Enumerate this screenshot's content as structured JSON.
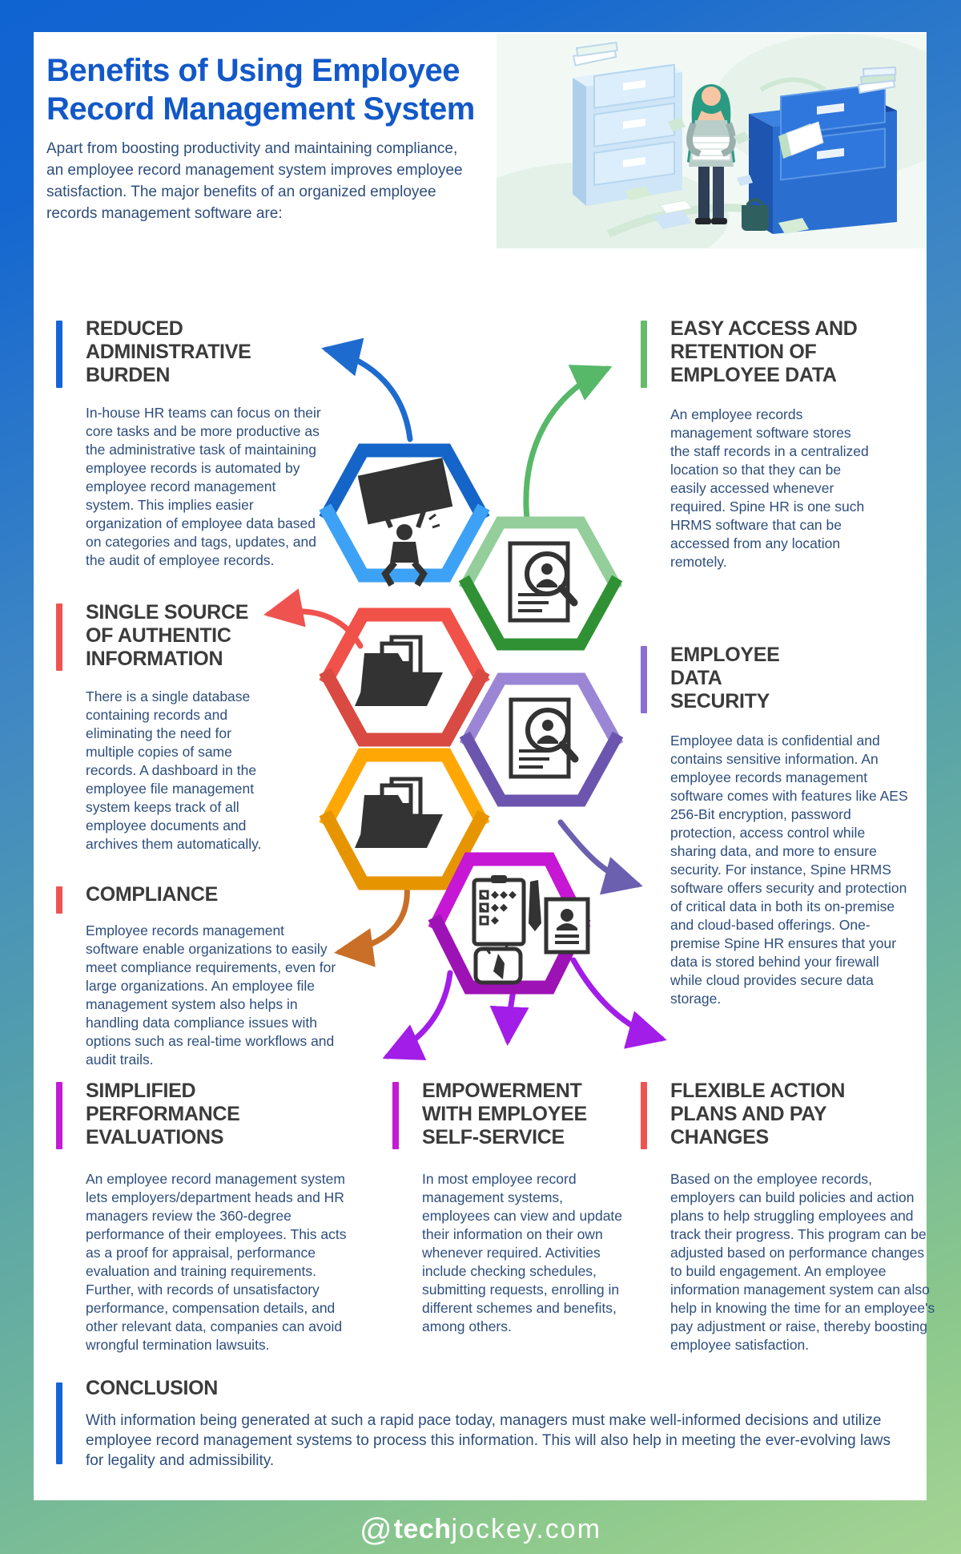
{
  "header": {
    "title_lines": [
      "Benefits of Using Employee",
      "Record Management System"
    ],
    "intro": "Apart from boosting productivity and maintaining compliance, an employee record management system improves employee satisfaction. The major benefits of an organized employee records management software are:",
    "illustration": "woman-holding-documents-beside-file-cabinets"
  },
  "colors": {
    "frame_top": "#1064d2",
    "frame_bottom": "#8cc88c",
    "title_blue": "#1258c8",
    "heading_dark": "#3b3b3b",
    "body_text": "#2e4e7c",
    "bar_blue": "#1565d8",
    "bar_green": "#66bb6a",
    "bar_red": "#ef5350",
    "bar_purple": "#8b6fd0",
    "bar_magenta": "#c41bd4",
    "hex_blue_top": "#1565c8",
    "hex_blue_bottom": "#3da2f5",
    "hex_green_top": "#93ce9b",
    "hex_green_bottom": "#2f9133",
    "hex_red_top": "#f05148",
    "hex_red_bottom": "#d94a42",
    "hex_purple_top": "#9b86d6",
    "hex_purple_bottom": "#6b55ae",
    "hex_orange_top": "#ffa805",
    "hex_orange_bottom": "#e69500",
    "hex_magenta_top": "#c617d4",
    "hex_magenta_bottom": "#9d12b5",
    "arrow_blue": "#1e6bd0",
    "arrow_green": "#56b868",
    "arrow_red": "#ef5350",
    "arrow_slate_purple": "#6b5fb0",
    "arrow_orange": "#c96f28",
    "arrow_violet": "#a21de8"
  },
  "sections": [
    {
      "id": "reduced-administrative-burden",
      "accent": "#1565d8",
      "title_lines": [
        "REDUCED",
        "ADMINISTRATIVE",
        "BURDEN"
      ],
      "body": "In-house HR teams can focus on their core tasks and be more productive as the administrative task of maintaining employee records is automated by employee record management system. This implies easier organization of employee data based on categories and tags, updates, and the audit of employee records."
    },
    {
      "id": "easy-access-and-retention",
      "accent": "#66bb6a",
      "title_lines": [
        "EASY ACCESS AND",
        "RETENTION OF",
        "EMPLOYEE DATA"
      ],
      "body": "An employee records management software stores the staff records in a centralized location so that they can be easily accessed whenever required. Spine HR is one such HRMS software that can be accessed from any location remotely."
    },
    {
      "id": "single-source-of-authentic-information",
      "accent": "#ef5350",
      "title_lines": [
        "SINGLE SOURCE",
        "OF AUTHENTIC",
        "INFORMATION"
      ],
      "body": "There is a single database containing records and eliminating the need for multiple copies of same records. A dashboard in the employee file management system keeps track of all employee documents and archives them automatically."
    },
    {
      "id": "employee-data-security",
      "accent": "#8b6fd0",
      "title_lines": [
        "EMPLOYEE",
        "DATA",
        "SECURITY"
      ],
      "body": "Employee data is confidential and contains sensitive information. An employee records management software comes with features like AES 256-Bit encryption, password protection, access control while sharing data, and more to ensure security. For instance, Spine HRMS software offers security and protection of critical data in both its on-premise and cloud-based offerings. One-premise Spine HR ensures that your data is stored behind your firewall while cloud provides secure data storage."
    },
    {
      "id": "compliance",
      "accent": "#ef5350",
      "title_lines": [
        "COMPLIANCE"
      ],
      "body": "Employee records management software enable organizations to easily meet compliance requirements, even for large organizations. An employee file management system also helps in handling data compliance issues with options such as real-time workflows and audit trails."
    },
    {
      "id": "simplified-performance-evaluations",
      "accent": "#c41bd4",
      "title_lines": [
        "SIMPLIFIED",
        "PERFORMANCE",
        "EVALUATIONS"
      ],
      "body": "An employee record management system lets employers/department heads and HR managers review the 360-degree performance of their employees. This acts as a proof for appraisal, performance evaluation and training requirements. Further, with records of unsatisfactory performance, compensation details, and other relevant data, companies can avoid wrongful termination lawsuits."
    },
    {
      "id": "empowerment-with-employee-self-service",
      "accent": "#c41bd4",
      "title_lines": [
        "EMPOWERMENT",
        "WITH EMPLOYEE",
        "SELF-SERVICE"
      ],
      "body": "In most employee record management systems, employees can view and update their information on their own whenever required. Activities include checking schedules, submitting requests, enrolling in different schemes and benefits, among others."
    },
    {
      "id": "flexible-action-plans-and-pay-changes",
      "accent": "#ef5350",
      "title_lines": [
        "FLEXIBLE ACTION",
        "PLANS AND PAY",
        "CHANGES"
      ],
      "body": "Based on the employee records, employers can build policies and action plans to help struggling employees and track their progress. This program can be adjusted based on performance changes to build engagement. An employee information management system can also help in knowing the time for an employee's pay adjustment or raise, thereby boosting employee satisfaction."
    },
    {
      "id": "conclusion",
      "accent": "#1565d8",
      "title_lines": [
        "CONCLUSION"
      ],
      "body": "With information being generated at such a rapid pace today, managers must make well-informed decisions and utilize employee record management systems to process this information. This will also help in meeting the ever-evolving laws for legality and admissibility."
    }
  ],
  "hexagons": [
    {
      "name": "admin-burden-hexagon",
      "icon": "person-carrying-board-icon"
    },
    {
      "name": "easy-access-hexagon",
      "icon": "document-magnifier-icon"
    },
    {
      "name": "single-source-hexagon",
      "icon": "open-folder-icon"
    },
    {
      "name": "data-security-hexagon",
      "icon": "document-magnifier-icon"
    },
    {
      "name": "compliance-hexagon",
      "icon": "open-folder-icon"
    },
    {
      "name": "self-service-hexagon",
      "icon": "clipboard-idcard-hand-icon"
    }
  ],
  "footer": {
    "at": "@",
    "bold": "tech",
    "light": "jockey.com"
  }
}
